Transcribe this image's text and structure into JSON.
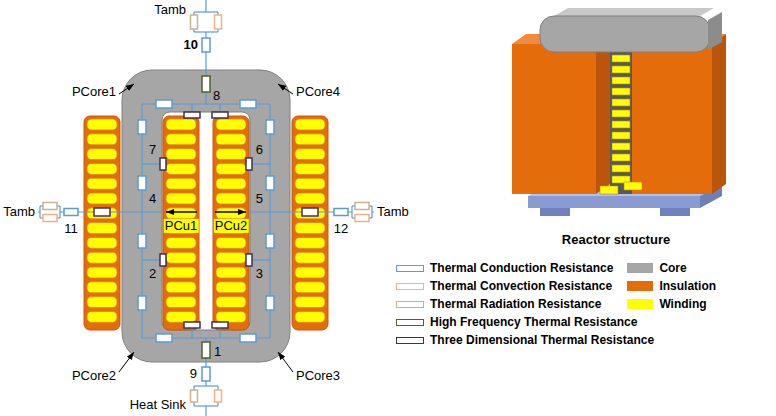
{
  "diagram": {
    "labels": [
      "Tamb",
      "10",
      "PCore1",
      "PCore4",
      "8",
      "7",
      "6",
      "4",
      "PCu1",
      "PCu2",
      "5",
      "Tamb",
      "11",
      "Tamb",
      "12",
      "2",
      "3",
      "1",
      "PCore2",
      "PCore3",
      "9",
      "Heat Sink",
      "Reactor structure"
    ],
    "legend": [
      {
        "text": "Thermal Conduction Resistance"
      },
      {
        "text": "Thermal Convection Resistance"
      },
      {
        "text": "Thermal Radiation Resistance"
      },
      {
        "text": "High Frequency Thermal Resistance"
      },
      {
        "text": "Three Dimensional Thermal Resistance"
      },
      {
        "text": "Core",
        "color": "#a6a6a6"
      },
      {
        "text": "Insulation",
        "color": "#e46c0a"
      },
      {
        "text": "Winding",
        "color": "#ffff00"
      }
    ]
  }
}
